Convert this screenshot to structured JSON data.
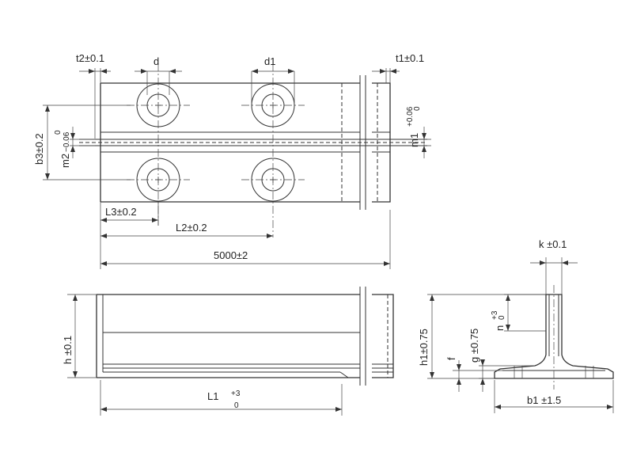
{
  "dimensions": {
    "t2": "t2±0.1",
    "d": "d",
    "d1": "d1",
    "t1": "t1±0.1",
    "b3": "b3±0.2",
    "m2_base": "m2",
    "m2_upper": "0",
    "m2_lower": "−0.06",
    "m1_base": "m1",
    "m1_upper": "+0.06",
    "m1_lower": "0",
    "L3": "L3±0.2",
    "L2": "L2±0.2",
    "total_length": "5000±2",
    "h": "h ±0.1",
    "L1_base": "L1",
    "L1_upper": "+3",
    "L1_lower": "0",
    "k": "k ±0.1",
    "h1": "h1±0.75",
    "g": "g ±0.75",
    "n_base": "n",
    "n_upper": "+3",
    "n_lower": "0",
    "f": "f",
    "b1": "b1 ±1.5"
  }
}
